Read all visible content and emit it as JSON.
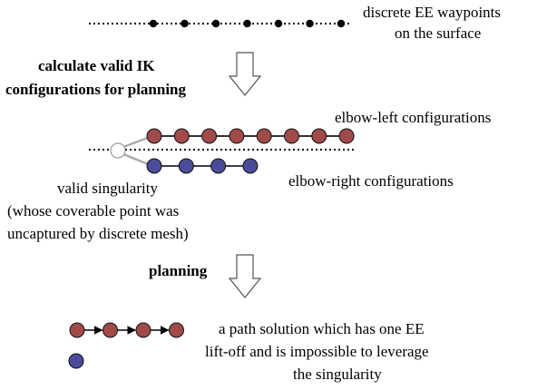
{
  "labels": {
    "waypoints_line1": "discrete EE waypoints",
    "waypoints_line2": "on the surface",
    "ik_step_line1": "calculate valid IK",
    "ik_step_line2": "configurations  for planning",
    "elbow_left": "elbow-left configurations",
    "elbow_right": "elbow-right configurations",
    "singularity_line1": "valid singularity",
    "singularity_line2": "(whose coverable point was",
    "singularity_line3": "uncaptured by discrete mesh)",
    "planning_step": "planning",
    "path_line1": "a path solution which has one EE",
    "path_line2": "lift-off and is impossible to leverage",
    "path_line3": "the singularity"
  },
  "colors": {
    "elbow_left_node": "#a04a4a",
    "elbow_right_node": "#4b4b9c",
    "node_stroke": "#111111",
    "singularity_node": "#ffffff",
    "singularity_stroke": "#9a9a9a",
    "arrow_stroke": "#555555"
  },
  "counts": {
    "waypoints": 7,
    "elbow_left_nodes": 8,
    "elbow_right_nodes": 4,
    "path_nodes": 4,
    "path_liftoff_nodes": 1
  }
}
